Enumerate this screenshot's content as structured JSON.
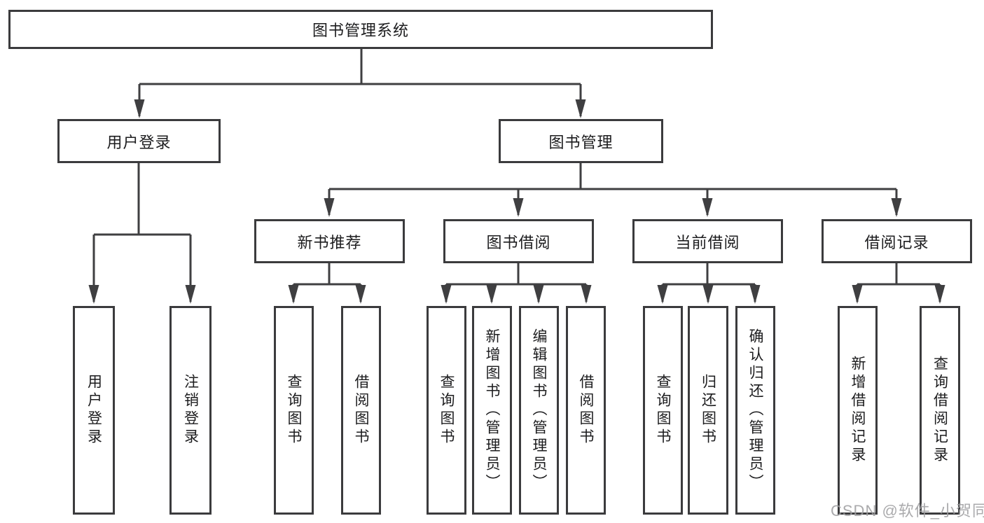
{
  "diagram": {
    "title": "图书管理系统",
    "level2": {
      "user_login": "用户登录",
      "book_management": "图书管理"
    },
    "level3": {
      "new_book_recommend": "新书推荐",
      "book_borrowing": "图书借阅",
      "current_borrowing": "当前借阅",
      "borrowing_records": "借阅记录"
    },
    "leaves": {
      "user_login_login": "用户登录",
      "user_login_logout": "注销登录",
      "new_books_query": "查询图书",
      "new_books_borrow": "借阅图书",
      "borrowing_query": "查询图书",
      "borrowing_add_admin": "新增图书（管理员）",
      "borrowing_edit_admin": "编辑图书（管理员）",
      "borrowing_borrow": "借阅图书",
      "current_query": "查询图书",
      "current_return": "归还图书",
      "current_confirm_admin": "确认归还（管理员）",
      "records_add": "新增借阅记录",
      "records_query": "查询借阅记录"
    },
    "colors": {
      "line": "#3f3f41",
      "box_border": "#3b3b3d",
      "text": "#1c1c1e",
      "watermark": "#9e9ea0"
    }
  },
  "watermark": "CSDN @软件_小贺同学"
}
